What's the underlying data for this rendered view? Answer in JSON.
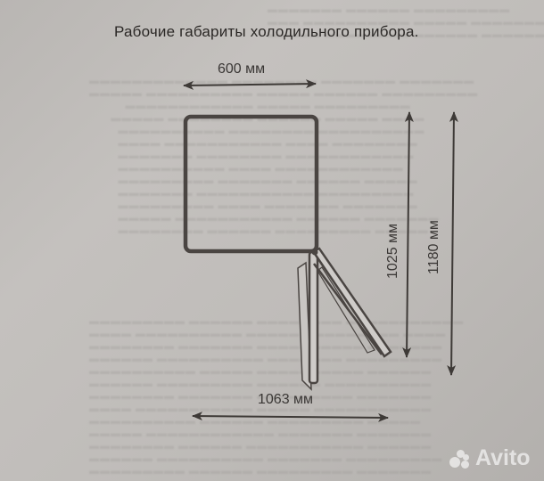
{
  "page": {
    "title": "Рабочие габариты холодильного прибора."
  },
  "diagram": {
    "view": "top-view",
    "subject": "refrigerator with open door",
    "dimensions": {
      "width": {
        "value": 600,
        "unit": "мм",
        "label": "600 мм"
      },
      "depth_closed": {
        "value": 1025,
        "unit": "мм",
        "label": "1025 мм"
      },
      "depth_open": {
        "value": 1180,
        "unit": "мм",
        "label": "1180 мм"
      },
      "width_open": {
        "value": 1063,
        "unit": "мм",
        "label": "1063 мм"
      }
    },
    "colors": {
      "line": "#4a4542",
      "paper": "#bfbcb9",
      "text": "#2b2826"
    }
  },
  "watermark": {
    "label": "Avito"
  }
}
